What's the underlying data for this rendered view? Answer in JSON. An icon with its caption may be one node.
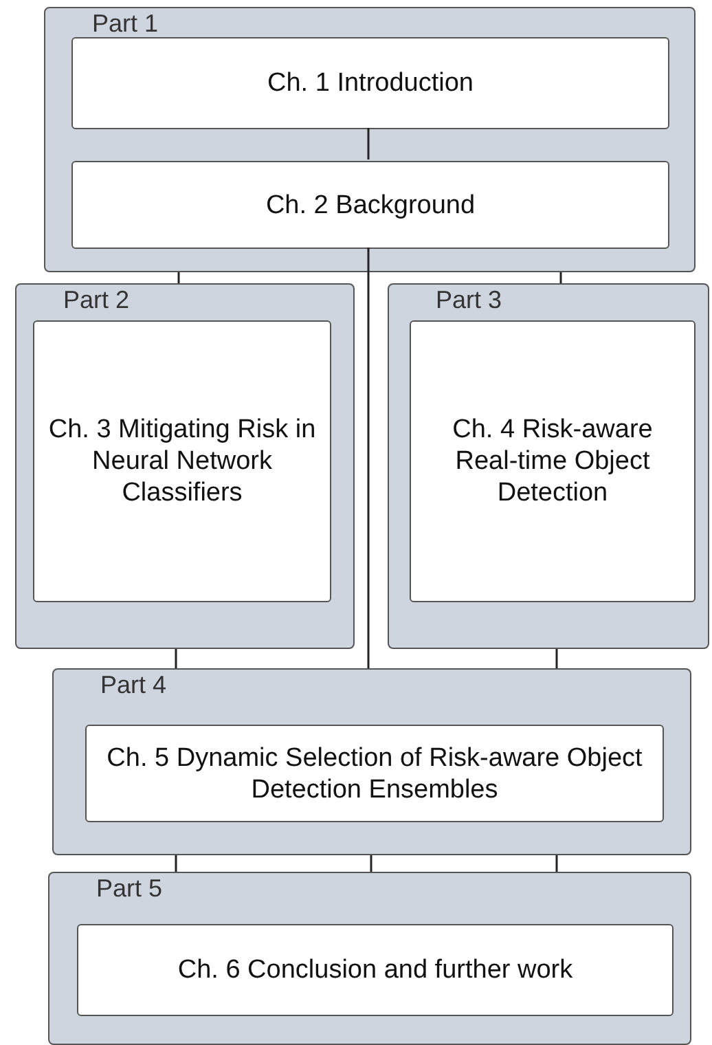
{
  "diagram": {
    "nodes": [
      {
        "text": [
          "Part 1"
        ]
      },
      {
        "text": [
          "Ch. 1 Introduction"
        ],
        "in": 0
      },
      {
        "text": [
          "Ch. 2 Background"
        ],
        "in": 0
      },
      {
        "text": [
          "Part 2"
        ]
      },
      {
        "text": [
          "Ch. 3 Mitigating Risk in Neural Network Classifiers"
        ],
        "in": 3
      },
      {
        "text": [
          "Part 3"
        ]
      },
      {
        "text": [
          "Ch. 4 Risk-aware Real-time Object Detection"
        ],
        "in": 5
      },
      {
        "text": [
          "Part 4"
        ]
      },
      {
        "text": [
          "Ch. 5 Dynamic Selection of Risk-aware Object Detection Ensembles"
        ],
        "in": 7
      },
      {
        "text": [
          "Part 5"
        ]
      },
      {
        "text": [
          "Ch. 6 Conclusion and further work"
        ],
        "in": 9
      }
    ],
    "edges": [
      {
        "from": 1,
        "to": 2,
        "arrow": "none"
      },
      {
        "from": 0,
        "to": 3,
        "arrow": "none"
      },
      {
        "from": 0,
        "to": 5,
        "arrow": "none"
      },
      {
        "from": 2,
        "to": 7,
        "arrow": "none"
      },
      {
        "from": 3,
        "to": 7,
        "arrow": "none"
      },
      {
        "from": 5,
        "to": 7,
        "arrow": "none"
      },
      {
        "from": 7,
        "to": 9,
        "arrow": "none"
      },
      {
        "from": 7,
        "to": 9,
        "arrow": "none"
      },
      {
        "from": 7,
        "to": 9,
        "arrow": "none"
      }
    ]
  }
}
